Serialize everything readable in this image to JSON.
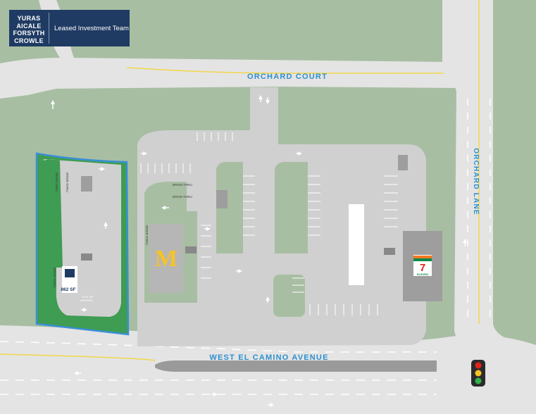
{
  "brand": {
    "names": [
      "YURAS",
      "AICALE",
      "FORSYTH",
      "CROWLE"
    ],
    "team": "Leased Investment Team"
  },
  "roads": {
    "orchard_court": "ORCHARD COURT",
    "orchard_lane": "ORCHARD LANE",
    "west_el_camino": "WEST EL CAMINO AVENUE"
  },
  "labels": {
    "drive_thru": "DRIVE-THRU",
    "pickup_window_line1": "PICK-UP",
    "pickup_window_line2": "WINDOW",
    "building_size": "862 SF"
  },
  "logos": {
    "mcdonalds": "M",
    "seven_eleven_digit": "7",
    "seven_eleven_text": "ELEVEN"
  },
  "colors": {
    "background": "#a8bea3",
    "road": "#e4e4e4",
    "lot": "#d0d0d0",
    "site_fill": "#3e9c53",
    "site_outline": "#3a8fd6",
    "road_label": "#2e8fd0",
    "center_line": "#f2d64a",
    "brand_box": "#1f3b63",
    "mcdonalds_yellow": "#f7c325",
    "seven_eleven_green": "#0a8a4b",
    "seven_eleven_red": "#e2231a",
    "seven_eleven_orange": "#f47920"
  }
}
